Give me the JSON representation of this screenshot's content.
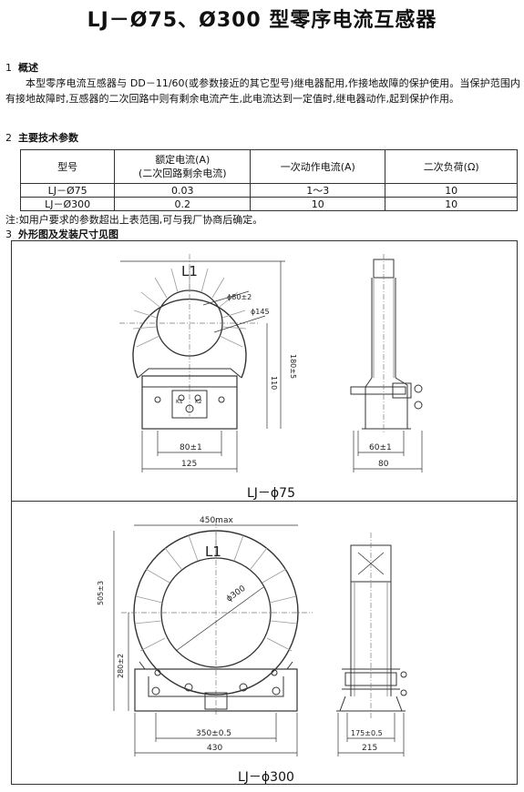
{
  "title": "LJ－Ø75、Ø300 型零序电流互感器",
  "sections": {
    "s1": {
      "num": "1",
      "heading": "概述"
    },
    "s2": {
      "num": "2",
      "heading": "主要技术参数"
    },
    "s3": {
      "num": "3",
      "heading": "外形图及发装尺寸见图"
    }
  },
  "overview_text": "本型零序电流互感器与 DD－11/60(或参数接近的其它型号)继电器配用,作接地故障的保护使用。当保护范围内有接地故障时,互感器的二次回路中则有剩余电流产生,此电流达到一定值时,继电器动作,起到保护作用。",
  "table": {
    "headers": {
      "model": "型号",
      "rated_current_line1": "额定电流(A)",
      "rated_current_line2": "(二次回路剩余电流)",
      "operating_current": "一次动作电流(A)",
      "load": "二次负荷(Ω)"
    },
    "rows": [
      {
        "model": "LJ－Ø75",
        "rated": "0.03",
        "operating": "1～3",
        "load": "10"
      },
      {
        "model": "LJ－Ø300",
        "rated": "0.2",
        "operating": "10",
        "load": "10"
      }
    ]
  },
  "note": "注:如用户要求的参数超出上表范围,可与我厂协商后确定。",
  "figures": {
    "fig1": {
      "caption": "LJ－ϕ75",
      "label": "L1",
      "dims": {
        "inner_dia": "ϕ80±2",
        "outer_dia": "ϕ145",
        "height_total": "180±5",
        "height_center": "110",
        "base_hole": "80±1",
        "base_width": "125",
        "side_hole": "60±1",
        "side_width": "80",
        "terminal_1": "K1",
        "terminal_2": "K2"
      }
    },
    "fig2": {
      "caption": "LJ－ϕ300",
      "label": "L1",
      "dims": {
        "max_width": "450max",
        "inner_dia": "ϕ300",
        "height_total": "505±3",
        "height_center": "280±2",
        "base_hole": "350±0.5",
        "base_width": "430",
        "side_hole": "175±0.5",
        "side_width": "215"
      }
    }
  }
}
